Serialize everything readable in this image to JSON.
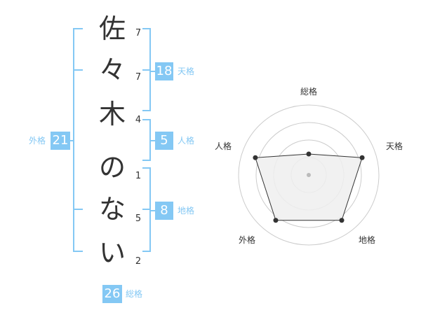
{
  "name_chars": [
    {
      "char": "佐",
      "strokes": "7"
    },
    {
      "char": "々",
      "strokes": "7"
    },
    {
      "char": "木",
      "strokes": "4"
    },
    {
      "char": "の",
      "strokes": "1"
    },
    {
      "char": "な",
      "strokes": "5"
    },
    {
      "char": "い",
      "strokes": "2"
    }
  ],
  "kaku": {
    "tenkaku": {
      "value": "18",
      "label": "天格"
    },
    "jinkaku": {
      "value": "5",
      "label": "人格"
    },
    "chikaku": {
      "value": "8",
      "label": "地格"
    },
    "gaikaku": {
      "value": "21",
      "label": "外格"
    },
    "soukaku": {
      "value": "26",
      "label": "総格"
    }
  },
  "chart_data": {
    "type": "radar",
    "axes": [
      "総格",
      "天格",
      "地格",
      "外格",
      "人格"
    ],
    "values": [
      0.3,
      0.8,
      0.8,
      0.8,
      0.8
    ],
    "scale_max": 1,
    "rings": 4,
    "line_color": "#333333",
    "fill_color": "#eeeeee"
  },
  "colors": {
    "accent": "#84c8f4"
  }
}
